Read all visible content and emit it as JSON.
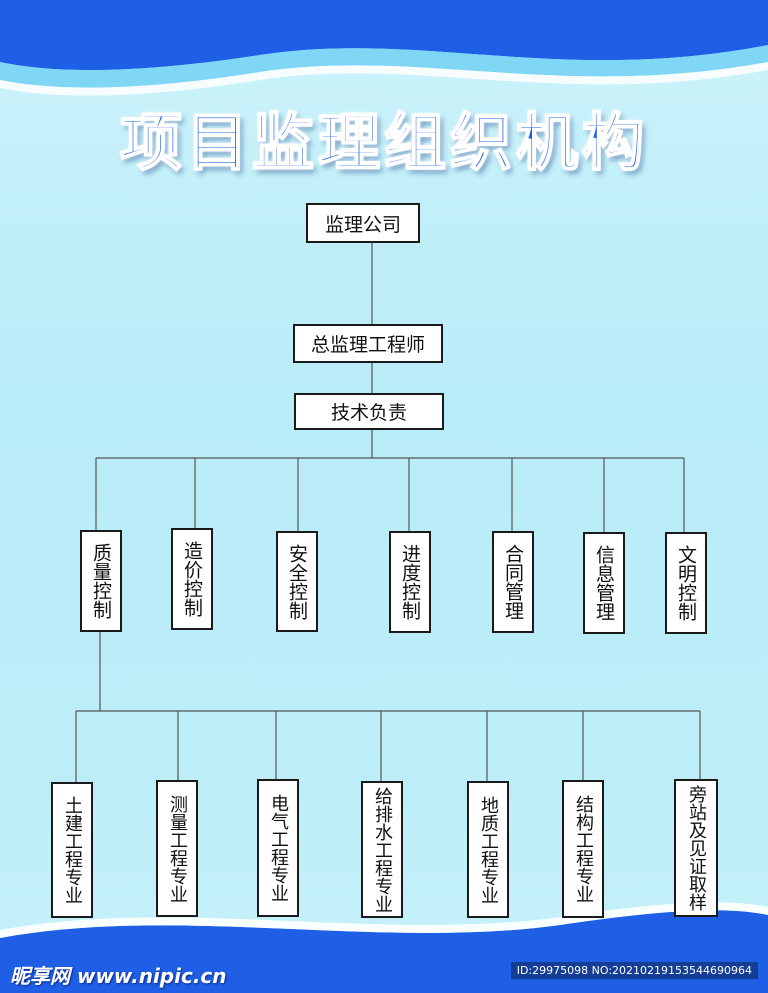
{
  "title": "项目监理组织机构",
  "colors": {
    "title_fill": "#2060e8",
    "band": "#1f5fe6",
    "background": "#bdeef8"
  },
  "root": "监理公司",
  "chief": "总监理工程师",
  "tech": "技术负责",
  "controls": [
    "质量控制",
    "造价控制",
    "安全控制",
    "进度控制",
    "合同管理",
    "信息管理",
    "文明控制"
  ],
  "specialties": [
    "土建工程专业",
    "测量工程专业",
    "电气工程专业",
    "给排水工程专业",
    "地质工程专业",
    "结构工程专业",
    "旁站及见证取样"
  ],
  "footer": {
    "logo": "昵享网 www.nipic.cn",
    "id": "ID:29975098 NO:20210219153544690964"
  }
}
